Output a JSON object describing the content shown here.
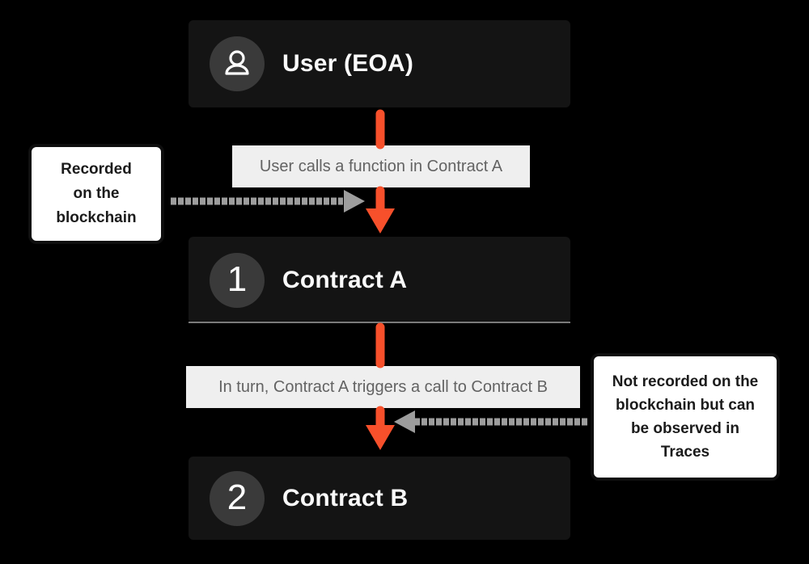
{
  "diagram": {
    "colors": {
      "background": "#000000",
      "card_bg": "#141414",
      "badge_bg": "#3a3a3a",
      "card_text": "#fafafa",
      "label_bg": "#efefef",
      "label_text": "#636363",
      "accent_red": "#f7502b",
      "arrow_gray": "#9d9d9d",
      "note_bg": "#ffffff",
      "note_border": "#0e0e0e",
      "note_text": "#1b1b1b",
      "divider": "#7a7a7a"
    },
    "nodes": {
      "user": {
        "title": "User (EOA)",
        "icon": "user-icon"
      },
      "contract_a": {
        "badge": "1",
        "title": "Contract A"
      },
      "contract_b": {
        "badge": "2",
        "title": "Contract B"
      }
    },
    "edge_labels": {
      "call1": "User calls a function in Contract A",
      "call2": "In turn, Contract A triggers a call to Contract B"
    },
    "notes": {
      "left": {
        "lines": [
          "Recorded",
          "on the",
          "blockchain"
        ]
      },
      "right": {
        "lines": [
          "Not recorded on the",
          "blockchain but can",
          "be observed in",
          "Traces"
        ]
      }
    }
  }
}
